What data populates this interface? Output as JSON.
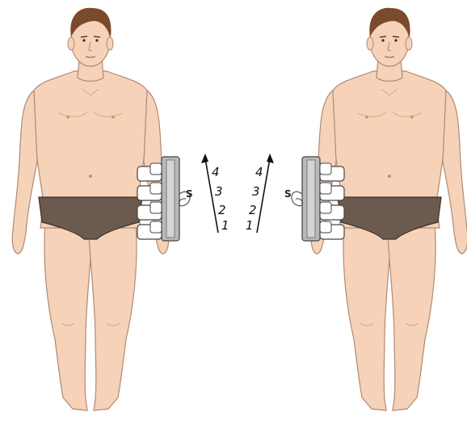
{
  "figures": [
    {
      "side": "left",
      "clip_label": "S",
      "scale_numbers": [
        "4",
        "3",
        "2",
        "1"
      ]
    },
    {
      "side": "right",
      "clip_label": "S",
      "scale_numbers": [
        "4",
        "3",
        "2",
        "1"
      ]
    }
  ],
  "colors": {
    "skin": "#f6d2b8",
    "skin_line": "#b08a73",
    "hair": "#7a4a2c",
    "underwear": "#6b5a4d",
    "electrode_plate": "#b9b9b9",
    "electrode_pad": "#ffffff",
    "outline": "#444444"
  }
}
